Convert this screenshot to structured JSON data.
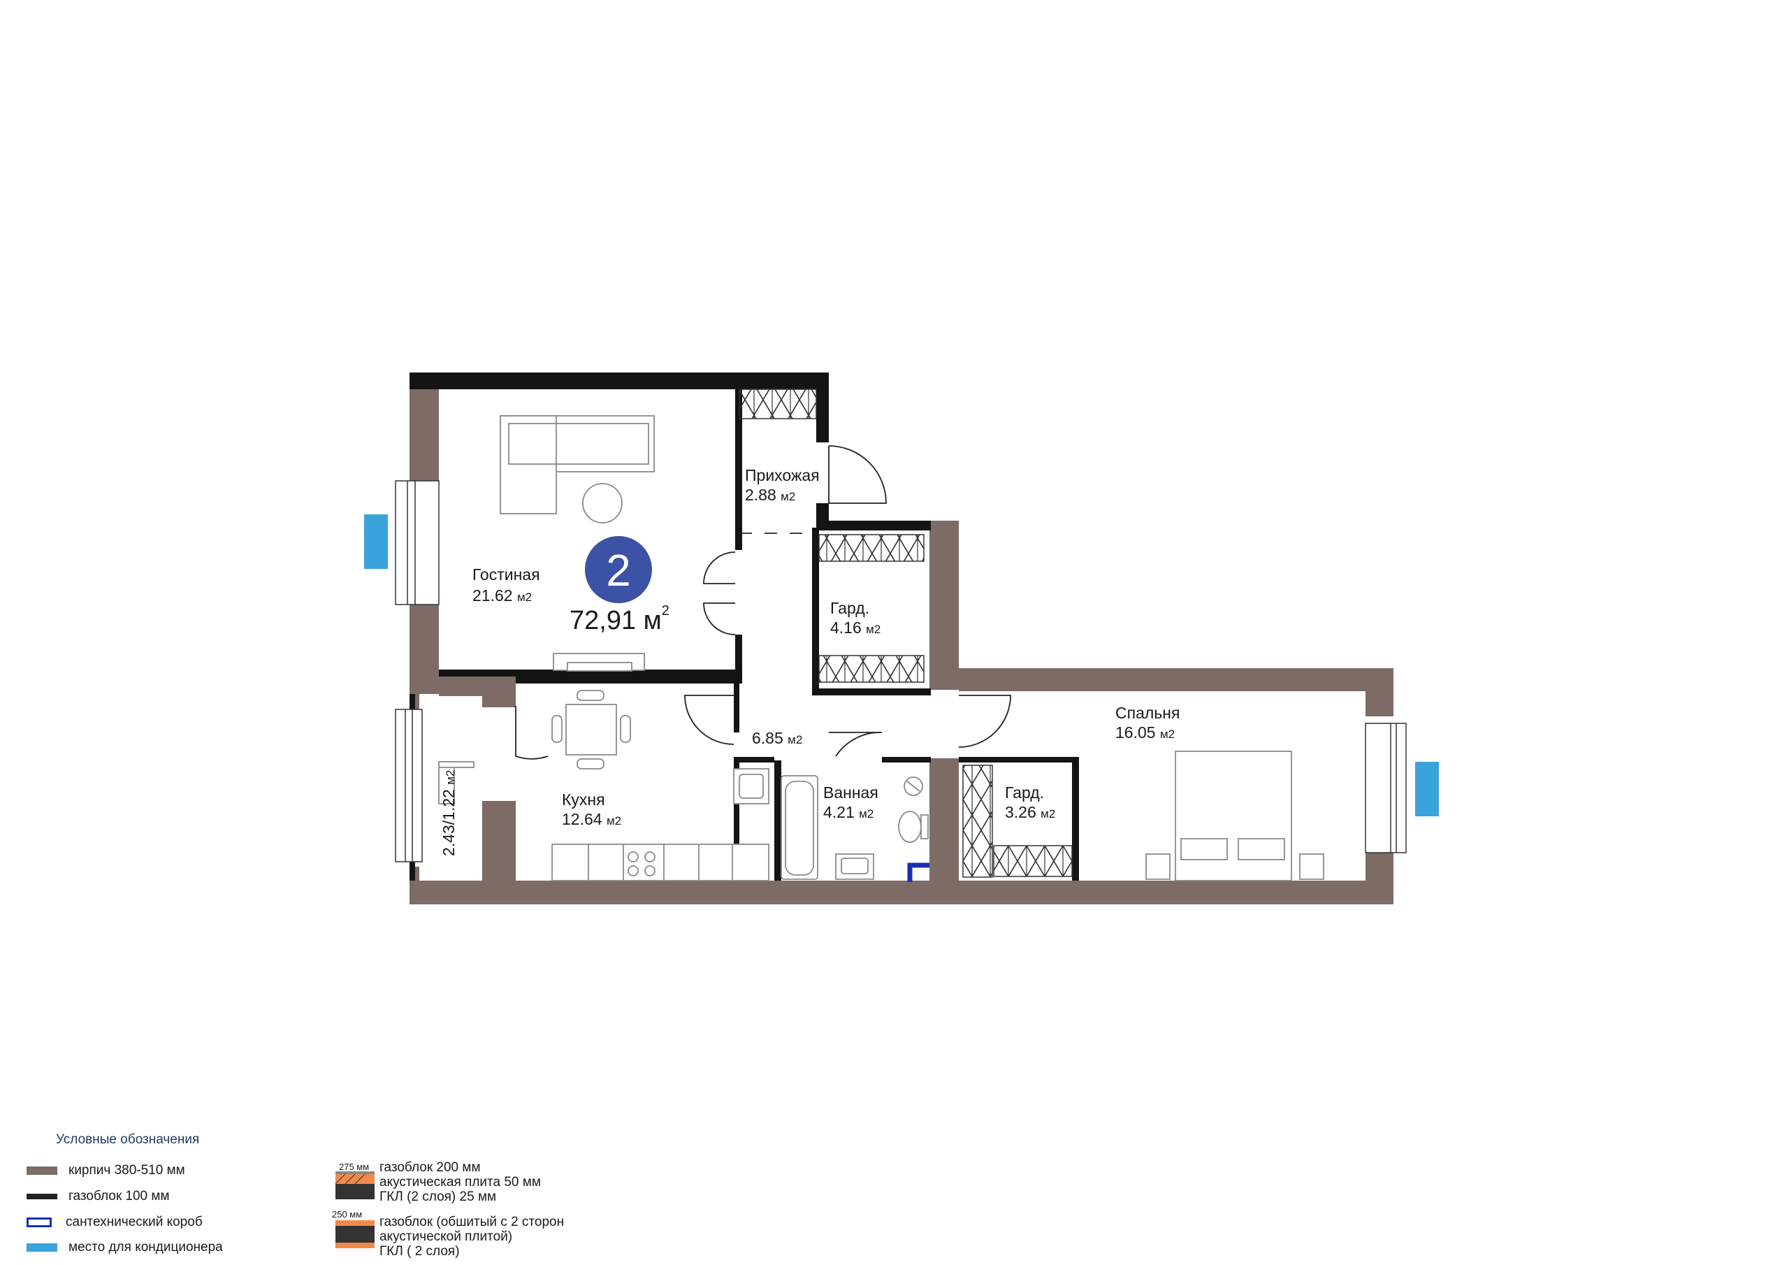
{
  "apartment": {
    "rooms_count": "2",
    "total_area": "72,91 м",
    "area_sup": "2"
  },
  "rooms": [
    {
      "id": "living",
      "name": "Гостиная",
      "area": "21.62",
      "unit": "м2"
    },
    {
      "id": "hall",
      "name": "Прихожая",
      "area": "2.88",
      "unit": "м2"
    },
    {
      "id": "wardrobe1",
      "name": "Гард.",
      "area": "4.16",
      "unit": "м2"
    },
    {
      "id": "corridor",
      "name": "",
      "area": "6.85",
      "unit": "м2"
    },
    {
      "id": "kitchen",
      "name": "Кухня",
      "area": "12.64",
      "unit": "м2"
    },
    {
      "id": "bathroom",
      "name": "Ванная",
      "area": "4.21",
      "unit": "м2"
    },
    {
      "id": "wardrobe2",
      "name": "Гард.",
      "area": "3.26",
      "unit": "м2"
    },
    {
      "id": "bedroom",
      "name": "Спальня",
      "area": "16.05",
      "unit": "м2"
    },
    {
      "id": "balcony",
      "name": "",
      "area": "2.43/1.22",
      "unit": "м2"
    }
  ],
  "legend": {
    "title": "Условные обозначения",
    "items": [
      {
        "label": "кирпич 380-510 мм",
        "color": "#7d6b65"
      },
      {
        "label": "газоблок 100 мм",
        "color": "#222222"
      },
      {
        "label": "сантехнический короб",
        "color": "#1c2fb3"
      },
      {
        "label": "место для кондиционера",
        "color": "#3ba3dc"
      }
    ],
    "walls": [
      {
        "dim": "275 мм",
        "lines": [
          "газоблок 200 мм",
          "акустическая плита 50 мм",
          "ГКЛ (2 слоя) 25 мм"
        ]
      },
      {
        "dim": "250 мм",
        "lines": [
          "газоблок (обшитый с 2 сторон",
          "акустической плитой)",
          "ГКЛ ( 2 слоя)"
        ]
      }
    ]
  },
  "colors": {
    "brick": "#7d6b65",
    "gasblock": "#141414",
    "ac": "#3ba3dc",
    "badge": "#3c52a5",
    "duct": "#1c2fb3"
  }
}
